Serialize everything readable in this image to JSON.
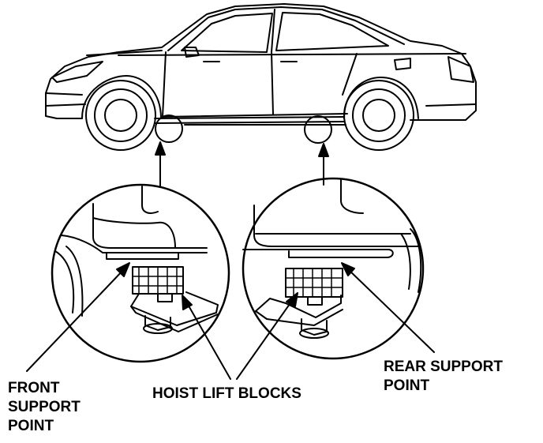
{
  "labels": {
    "front_support": [
      "FRONT",
      "SUPPORT",
      "POINT"
    ],
    "hoist_lift_blocks": "HOIST LIFT BLOCKS",
    "rear_support": [
      "REAR SUPPORT",
      "POINT"
    ]
  },
  "colors": {
    "line": "#000000",
    "background": "#ffffff"
  }
}
